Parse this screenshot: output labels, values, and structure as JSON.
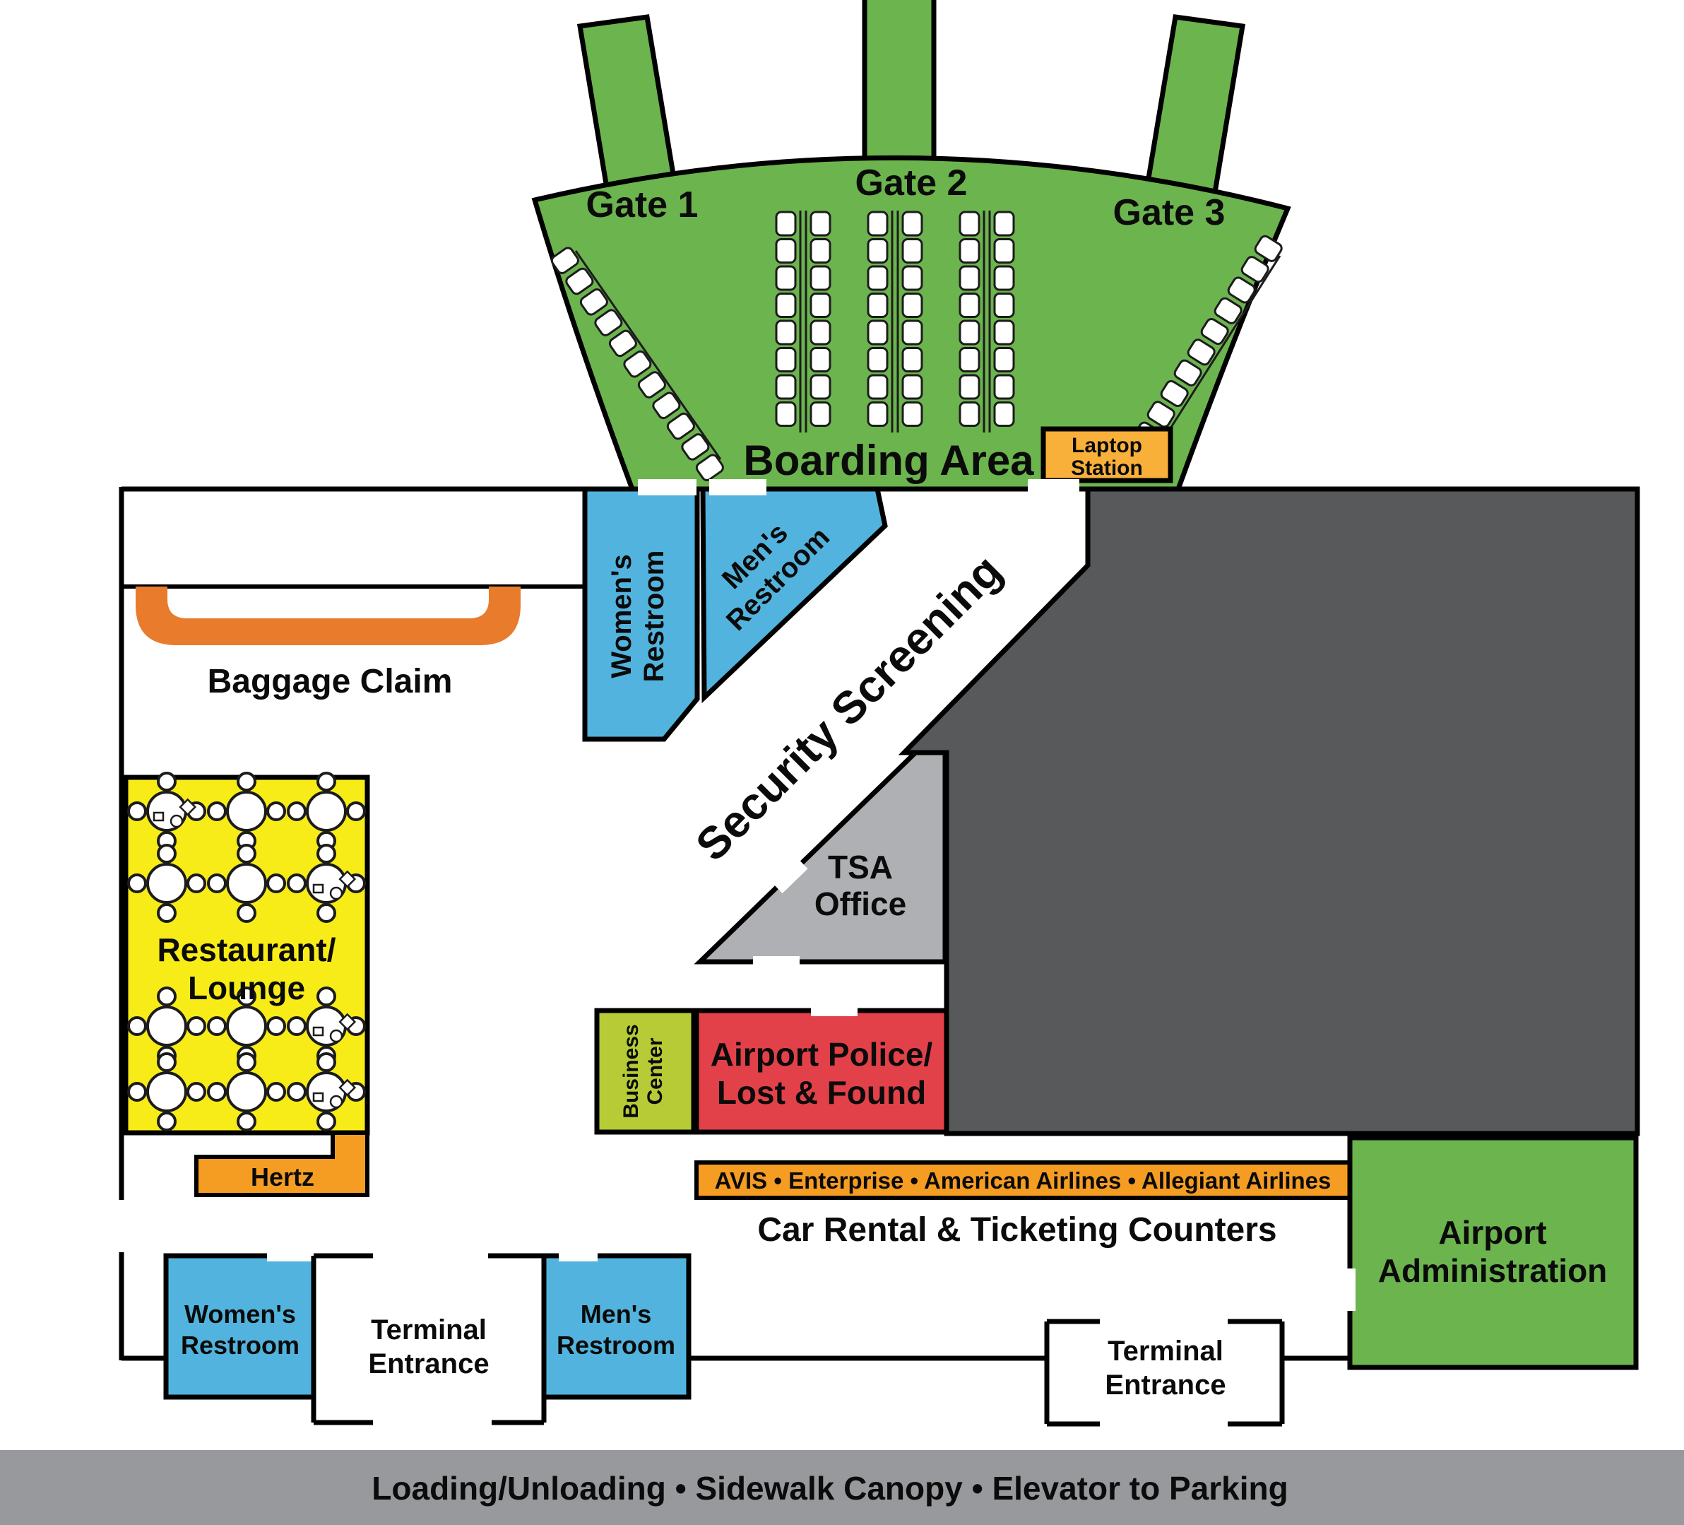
{
  "colors": {
    "wall": "#000000",
    "green": "#6cb44e",
    "blue": "#52b4de",
    "yellow": "#f8ec18",
    "red": "#e2414a",
    "lime": "#b6cb35",
    "dkgray": "#58595b",
    "ltgray": "#aeb0b3",
    "bar": "#97999c",
    "orange": "#f59d22",
    "orangeMid": "#e87b2c",
    "orangeLight": "#f8b03a"
  },
  "gates": {
    "gate1": "Gate 1",
    "gate2": "Gate 2",
    "gate3": "Gate 3"
  },
  "boarding": {
    "label": "Boarding Area",
    "laptop_line1": "Laptop",
    "laptop_line2": "Station"
  },
  "rooms": {
    "womens_upper_line1": "Women's",
    "womens_upper_line2": "Restroom",
    "mens_upper_line1": "Men's",
    "mens_upper_line2": "Restroom",
    "security": "Security Screening",
    "tsa_line1": "TSA",
    "tsa_line2": "Office",
    "baggage": "Baggage Claim",
    "restaurant_line1": "Restaurant/",
    "restaurant_line2": "Lounge",
    "hertz": "Hertz",
    "business_line1": "Business",
    "business_line2": "Center",
    "police_line1": "Airport Police/",
    "police_line2": "Lost & Found",
    "admin_line1": "Airport",
    "admin_line2": "Administration",
    "womens_lower_line1": "Women's",
    "womens_lower_line2": "Restroom",
    "mens_lower_line1": "Men's",
    "mens_lower_line2": "Restroom",
    "entrance1_line1": "Terminal",
    "entrance1_line2": "Entrance",
    "entrance2_line1": "Terminal",
    "entrance2_line2": "Entrance"
  },
  "counters": {
    "strip": "AVIS • Enterprise • American Airlines • Allegiant Airlines",
    "label": "Car Rental & Ticketing Counters"
  },
  "curbside": "Loading/Unloading • Sidewalk Canopy • Elevator to Parking"
}
